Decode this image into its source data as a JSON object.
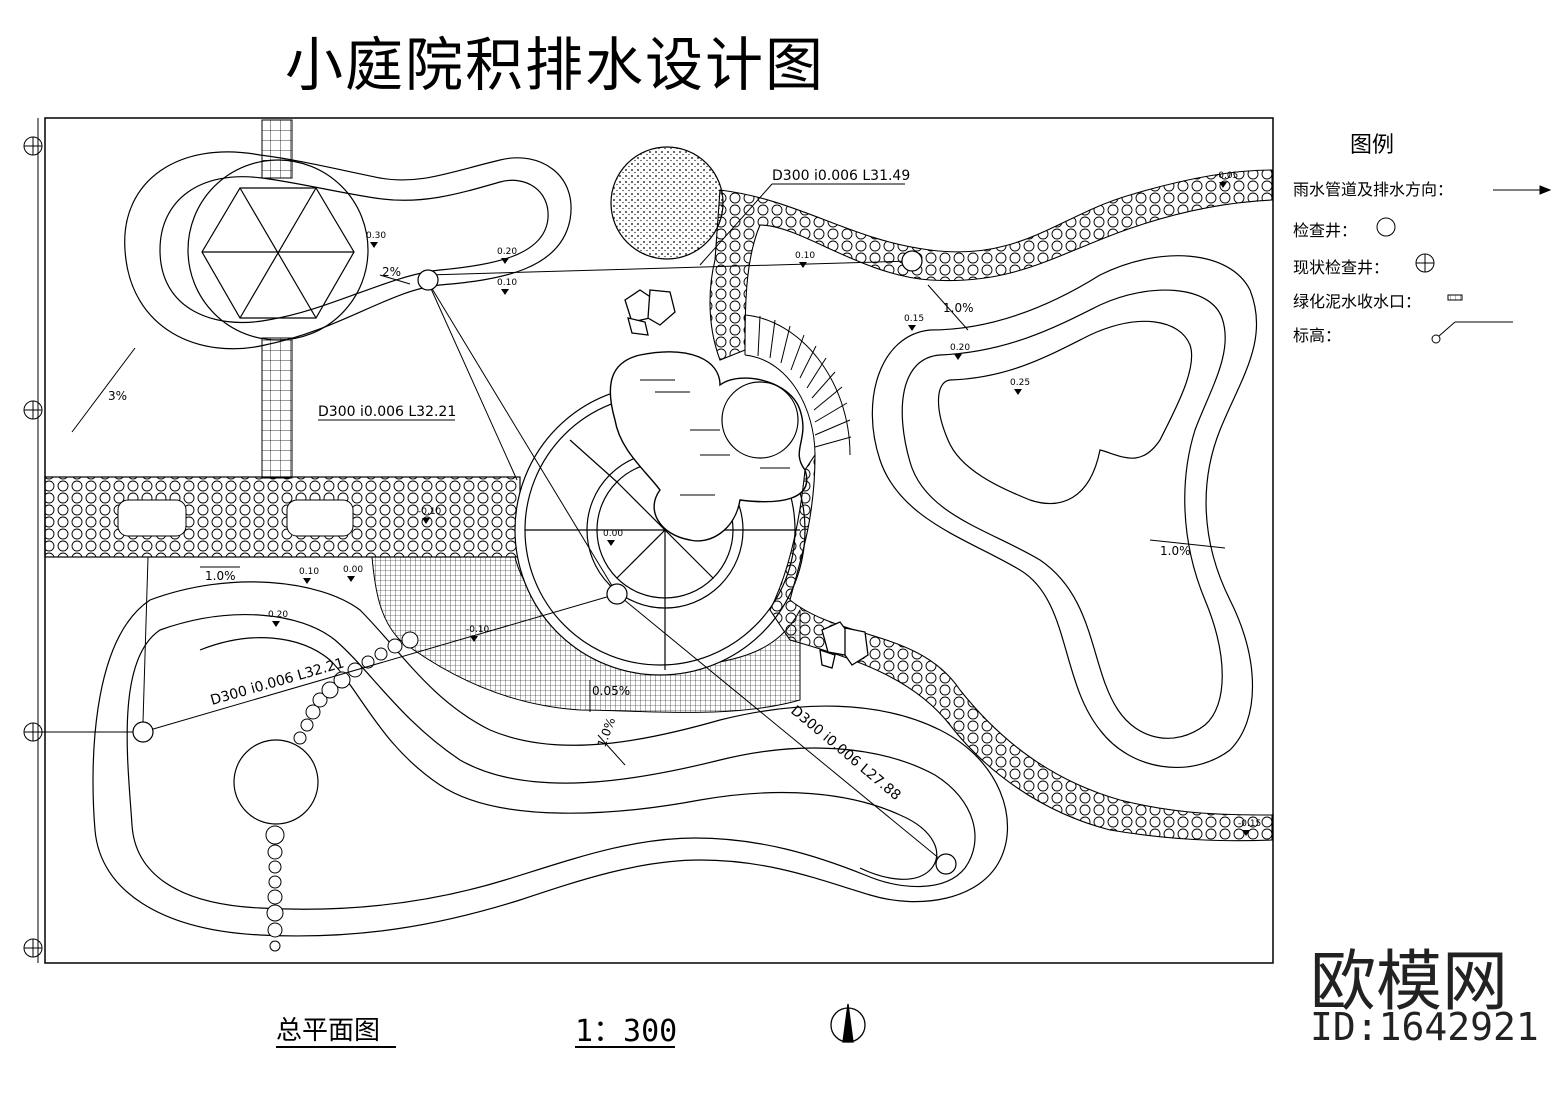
{
  "title": "小庭院积排水设计图",
  "legend": {
    "heading": "图例",
    "items": [
      "雨水管道及排水方向：",
      "检查井：",
      "现状检查井：",
      "绿化泥水收水口：",
      "标高："
    ]
  },
  "pipes": [
    "D300 i0.006 L31.49",
    "D300 i0.006 L32.21",
    "D300 i0.006 L32.21",
    "D300 i0.006 L27.88"
  ],
  "slopes": [
    "2%",
    "3%",
    "1.0%",
    "1.0%",
    "1.0%",
    "1.0%",
    "0.05%"
  ],
  "elevations": [
    "0.30",
    "0.20",
    "0.10",
    "0.10",
    "0.15",
    "0.20",
    "0.25",
    "-0.10",
    "0.00",
    "0.10",
    "0.00",
    "0.20",
    "-0.10",
    "-0.05",
    "-0.15"
  ],
  "footer": {
    "plan_label": "总平面图",
    "scale": "1：300"
  },
  "brand": {
    "name": "欧模网",
    "id": "ID:1642921"
  }
}
